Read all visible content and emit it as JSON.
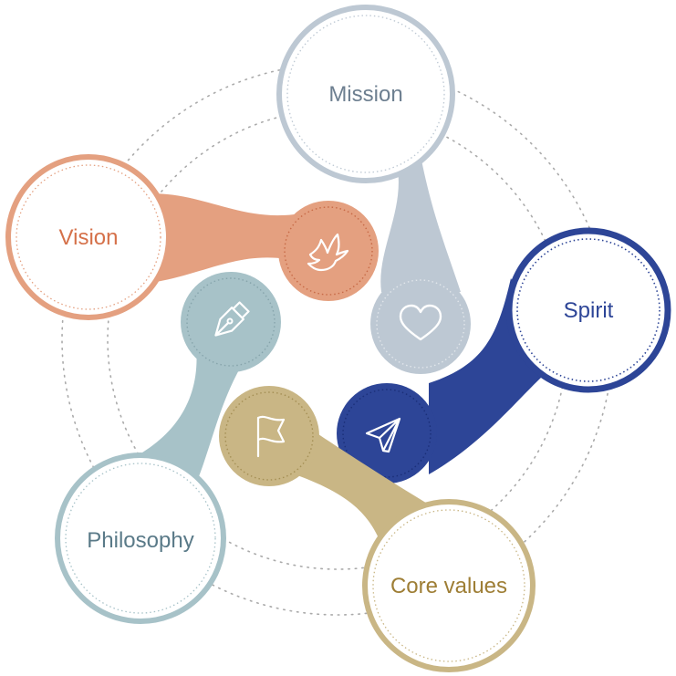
{
  "colors": {
    "mission": "#bdc8d3",
    "vision": "#e4a080",
    "spirit": "#2d4597",
    "philosophy": "#a7c2c8",
    "core_values": "#c9b685",
    "mission_text": "#6d7f90",
    "vision_text": "#d5714a",
    "spirit_text": "#2d4597",
    "philosophy_text": "#5a7a88",
    "core_values_text": "#9e7e35",
    "orbit": "#aaaaaa"
  },
  "nodes": [
    {
      "id": "mission",
      "label": "Mission",
      "icon": "heart-icon"
    },
    {
      "id": "vision",
      "label": "Vision",
      "icon": "dove-icon"
    },
    {
      "id": "spirit",
      "label": "Spirit",
      "icon": "paper-plane-icon"
    },
    {
      "id": "philosophy",
      "label": "Philosophy",
      "icon": "fountain-pen-icon"
    },
    {
      "id": "core_values",
      "label": "Core values",
      "icon": "flag-icon"
    }
  ]
}
